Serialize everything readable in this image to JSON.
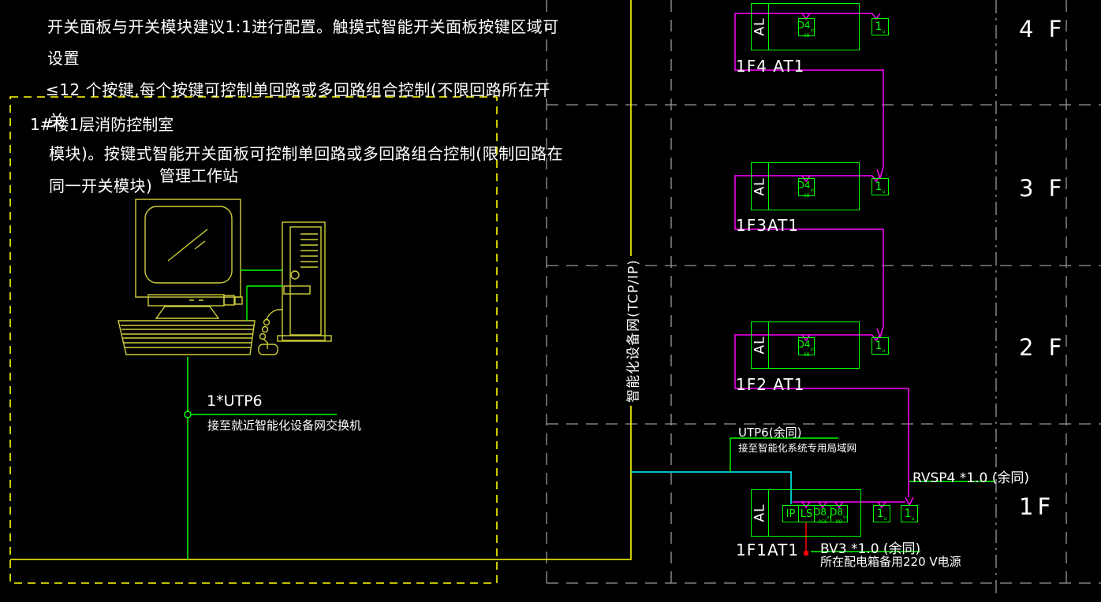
{
  "notes": {
    "line1": "开关面板与开关模块建议1:1进行配置。触摸式智能开关面板按键区域可",
    "line2": "设置",
    "line3": "≤12 个按键,每个按键可控制单回路或多回路组合控制(不限回路所在开",
    "line4": "关",
    "line5": "模块)。按键式智能开关面板可控制单回路或多回路组合控制(限制回路在",
    "line6": "同一开关模块)"
  },
  "room": {
    "label": "1#楼1层消防控制室",
    "workstation_label": "管理工作站",
    "cable_label": "1*UTP6",
    "cable_note": "接至就近智能化设备网交换机"
  },
  "backbone_label": "智能化设备网(TCP/IP)",
  "floors": [
    {
      "name": "4 F",
      "panel": "1F4 AT1",
      "al": "AL",
      "device": "D4",
      "device_sub": "vc",
      "device_sub2": "08",
      "unit": "1",
      "unit_sub": "u"
    },
    {
      "name": "3 F",
      "panel": "1F3AT1",
      "al": "AL",
      "device": "D4",
      "device_sub": "vc",
      "device_sub2": "08",
      "unit": "1",
      "unit_sub": "u"
    },
    {
      "name": "2 F",
      "panel": "1F2 AT1",
      "al": "AL",
      "device": "D4",
      "device_sub": "vc",
      "device_sub2": "08",
      "unit": "1",
      "unit_sub": "u"
    },
    {
      "name": "1F",
      "panel": "1F1AT1",
      "al": "AL",
      "modules": [
        {
          "label": "IP"
        },
        {
          "label": "LS"
        },
        {
          "label": "D8",
          "sub": "vc",
          "sub2": "0CS"
        },
        {
          "label": "D8",
          "sub": "vc",
          "sub2": "KO"
        }
      ],
      "units": [
        {
          "label": "1",
          "sub": "u"
        },
        {
          "label": "1",
          "sub": "u"
        }
      ]
    }
  ],
  "wiring_labels": {
    "utp6": "UTP6(余同)",
    "utp6_note": "接至智能化系统专用局域网",
    "rvsp4": "RVSP4 *1.0 (余同)",
    "bv3": "BV3 *1.0 (余同)",
    "bv3_note": "所在配电箱备用220 V电源"
  },
  "colors": {
    "backbone_yellow": "#ffff00",
    "wire_green": "#00ff00",
    "wire_magenta": "#ff00ff",
    "wire_cyan": "#00ffff",
    "wire_red": "#ff0000",
    "grid_gray": "#9a9a9a",
    "drawing_yellow": "#cfcf3a",
    "text_white": "#ffffff"
  }
}
